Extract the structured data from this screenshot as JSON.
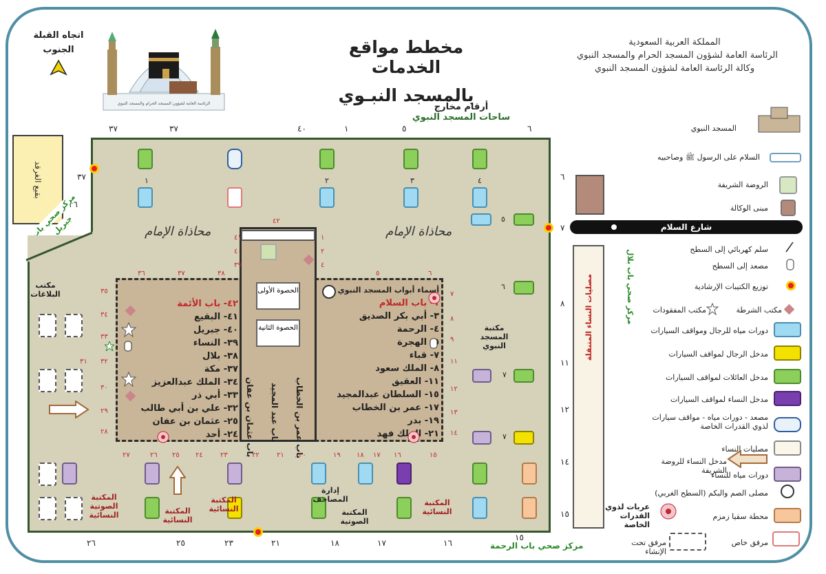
{
  "header": {
    "title_line1": "مخطط مواقع الخدمات",
    "title_line2": "بالمسجد النبـوي",
    "org_line1": "المملكة العربية السعودية",
    "org_line2": "الرئاسة العامة لشؤون المسجد الحرام والمسجد النبوي",
    "org_line3": "وكالة الرئاسة العامة لشؤون المسجد النبوي",
    "qibla_line1": "اتجاه القبلة",
    "qibla_line2": "الجنوب",
    "logo_caption": "الرئاسة العامة لشؤون المسجد الحرام والمسجد النبوي"
  },
  "exits": {
    "title_line1": "أرقام مخارج",
    "title_line2": "ساحات المسجد النبوي",
    "top_numbers": [
      "٣٧",
      "٣٧",
      "٤٠",
      "١",
      "٥",
      "٦"
    ],
    "bottom_numbers": [
      "٢٦",
      "٢٥",
      "٢٣",
      "٢١",
      "١٨",
      "١٧",
      "١٦",
      "١٥"
    ],
    "right_numbers": [
      "٦",
      "٧",
      "٨",
      "١١",
      "١٢",
      "١٤",
      "١٥"
    ],
    "left_numbers": [
      "٣٧",
      "٣٦",
      "٣٥"
    ]
  },
  "map": {
    "imam_row_left": "محاذاة الإمام",
    "imam_row_right": "محاذاة الإمام",
    "baqi_label": "بقيع الغرقد",
    "first_gravel": "الحصوة الأولى",
    "second_gravel": "الحصوة الثانية",
    "gates_heading": "أسماء أبواب المسجد النبوي",
    "gates_right": [
      "١- باب السلام",
      "٣- أبي بكر الصديق",
      "٤- الرحمة",
      "٥- الهجرة",
      "٧- قباء",
      "٨- الملك سعود",
      "١١- العقيق",
      "١٥- السلطان عبدالمجيد",
      "١٧- عمر بن الخطاب",
      "١٩- بدر",
      "٢١- الملك فهد"
    ],
    "gates_left": [
      "٤٢- باب الأئمة",
      "٤١- البقيع",
      "٤٠- جبريل",
      "٣٩- النساء",
      "٣٨- بلال",
      "٣٧- مكة",
      "٣٤- الملك عبدالعزيز",
      "٣٣- أبي ذر",
      "٣٢- علي بن أبي طالب",
      "٢٥- عثمان بن عفان",
      "٢٤- أحد"
    ],
    "gate_vertical_1": "باب عثمان بن عفان",
    "gate_vertical_2": "باب عبد المجيد",
    "gate_vertical_3": "باب عمر بن الخطاب",
    "library_prophet": "مكتبة المسجد النبوي",
    "complaints_office": "مكتب البلاغات",
    "health_center_gibril": "مركز صحي باب جبريل",
    "health_center_bottom": "مركز صحي باب الرحمة",
    "health_center_right": "مركز صحي باب بلال",
    "women_library": "المكتبة النسائية",
    "women_library_2": "المكتبة النسائية",
    "women_audio_library": "المكتبة الصوتية النسائية",
    "mushaf_admin": "إدارة المصاحف",
    "audio_library": "المكتبة الصوتية",
    "women_library_3": "المكتبة النسائية",
    "assembly_label": "مصليات النساء المتنقلة",
    "box_numbers": [
      "١",
      "٢",
      "٣",
      "٤"
    ]
  },
  "road": {
    "name": "شارع السلام"
  },
  "legend": [
    {
      "label": "المسجد النبوي",
      "kind": "mosque"
    },
    {
      "label": "السلام على الرسول ﷺ وصاحبيه",
      "kind": "white-box"
    },
    {
      "label": "الروضة الشريفة",
      "kind": "rawdah"
    },
    {
      "label": "مبنى الوكالة",
      "kind": "agency"
    },
    {
      "label": "سلم كهربائي إلى السطح",
      "kind": "escalator"
    },
    {
      "label": "مصعد إلى السطح",
      "kind": "elevator"
    },
    {
      "label": "توزيع الكتيبات الإرشادية",
      "kind": "booklets"
    },
    {
      "label": "مكتب المفقودات",
      "kind": "lost"
    },
    {
      "label": "مكتب الشرطة",
      "kind": "police"
    },
    {
      "label": "دورات مياه للرجال ومواقف السيارات",
      "kind": "blue"
    },
    {
      "label": "مدخل الرجال لمواقف السيارات",
      "kind": "yellow"
    },
    {
      "label": "مدخل العائلات لمواقف السيارات",
      "kind": "green"
    },
    {
      "label": "مدخل النساء لمواقف السيارات",
      "kind": "purple"
    },
    {
      "label": "مصعد - دورات مياه - مواقف سيارات لذوي القدرات الخاصة",
      "kind": "special"
    },
    {
      "label": "مصليات النساء",
      "kind": "beige"
    },
    {
      "label": "مدخل النساء للروضة الشريفة",
      "kind": "arrow"
    },
    {
      "label": "دورات مياه للنساء",
      "kind": "lavender"
    },
    {
      "label": "مصلى الصم والبكم (السطح الغربي)",
      "kind": "circle"
    },
    {
      "label": "محطة سقيا زمزم",
      "kind": "orange"
    },
    {
      "label": "عربات لذوي القدرات الخاصة",
      "kind": "wheelchair"
    },
    {
      "label": "مرفق خاص",
      "kind": "pink-box"
    },
    {
      "label": "مرفق تحت الإنشاء",
      "kind": "dashed"
    }
  ],
  "colors": {
    "frame": "#4f8fa3",
    "yard": "#d6d2ba",
    "mosque": "#c9b597",
    "green": "#8ccf5a",
    "blue": "#9fd9f2",
    "purple": "#7a3fae",
    "lavender": "#c7b3d9",
    "yellow": "#f3e100",
    "orange": "#f7c79b",
    "marker": "#e81d25"
  },
  "icons": [
    "kaaba-logo-icon",
    "compass-arrow-icon",
    "marker-icon",
    "diamond-icon",
    "star-icon",
    "elevator-icon",
    "wheelchair-icon",
    "arrow-icon"
  ]
}
